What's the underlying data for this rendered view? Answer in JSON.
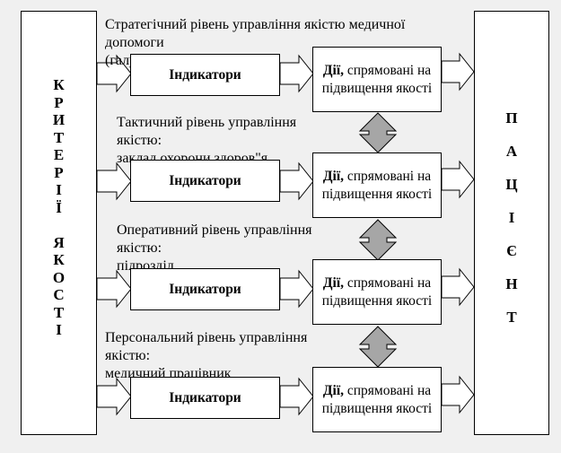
{
  "left_column": {
    "text": "К\nР\nИ\nТ\nЕ\nР\nІ\nЇ\n\nЯ\nК\nО\nС\nТ\nІ"
  },
  "right_column": {
    "text": "П\n\nА\n\nЦ\n\nІ\n\nЄ\n\nН\n\nТ"
  },
  "levels": [
    {
      "title": "Стратегічний рівень управління якістю медичної\nдопомоги\n(галузь; служба; регіон)",
      "indicator": "Індикатори",
      "action_bold": "Дії,",
      "action_rest": " спрямовані на підвищення якості"
    },
    {
      "title": "Тактичний рівень управління\nякістю:\nзаклад охорони здоров\"я",
      "indicator": "Індикатори",
      "action_bold": "Дії,",
      "action_rest": " спрямовані на підвищення якості"
    },
    {
      "title": "Оперативний рівень управління\nякістю:\nпідрозділ",
      "indicator": "Індикатори",
      "action_bold": "Дії,",
      "action_rest": " спрямовані на підвищення якості"
    },
    {
      "title": "Персональний рівень управління\nякістю:\nмедичний працівник",
      "indicator": "Індикатори",
      "action_bold": "Дії,",
      "action_rest": " спрямовані на підвищення якості"
    }
  ]
}
